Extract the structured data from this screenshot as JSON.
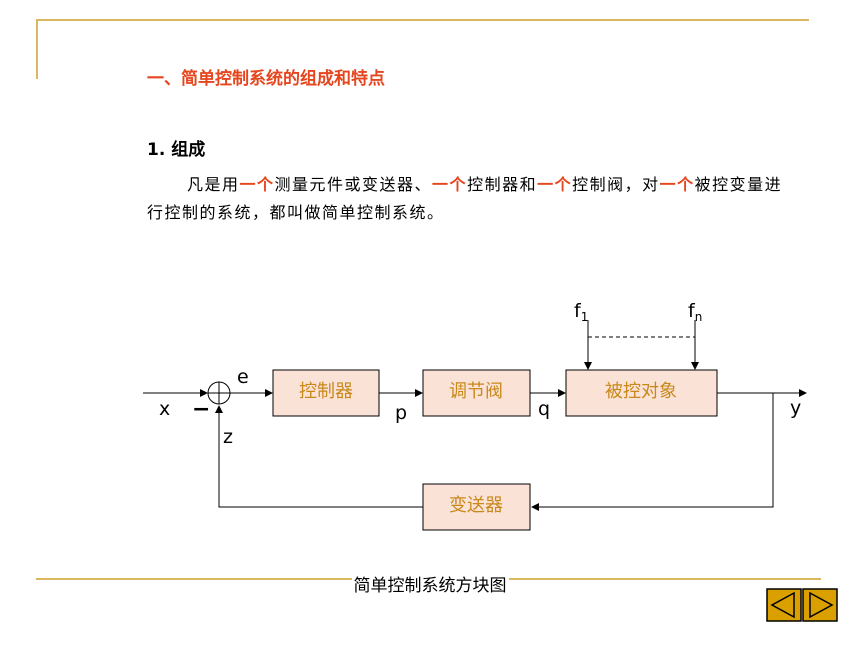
{
  "section_title": "一、简单控制系统的组成和特点",
  "subsection_title": "1. 组成",
  "paragraph": [
    {
      "t": "凡是用",
      "hl": false
    },
    {
      "t": "一个",
      "hl": true
    },
    {
      "t": "测量元件或变送器、",
      "hl": false
    },
    {
      "t": "一个",
      "hl": true
    },
    {
      "t": "控制器和",
      "hl": false
    },
    {
      "t": "一个",
      "hl": true
    },
    {
      "t": "控制阀，对",
      "hl": false
    },
    {
      "t": "一个",
      "hl": true
    },
    {
      "t": "被控变量进行控制的系统，都叫做简单控制系统。",
      "hl": false
    }
  ],
  "diagram": {
    "blocks": {
      "controller": "控制器",
      "valve": "调节阀",
      "object": "被控对象",
      "transmitter": "变送器"
    },
    "signals": {
      "x": "x",
      "e": "e",
      "p": "p",
      "q": "q",
      "y": "y",
      "z": "z",
      "minus": "−",
      "f1_base": "f",
      "f1_sub": "1",
      "fn_base": "f",
      "fn_sub": "n"
    },
    "caption": "简单控制系统方块图"
  },
  "colors": {
    "highlight": "#e6461e",
    "block_fill": "#fbe2d6",
    "block_text": "#c8881a",
    "rule": "#d9b860",
    "nav_fill": "#d9a000"
  },
  "nav": {
    "prev": "previous-slide-icon",
    "next": "next-slide-icon"
  }
}
